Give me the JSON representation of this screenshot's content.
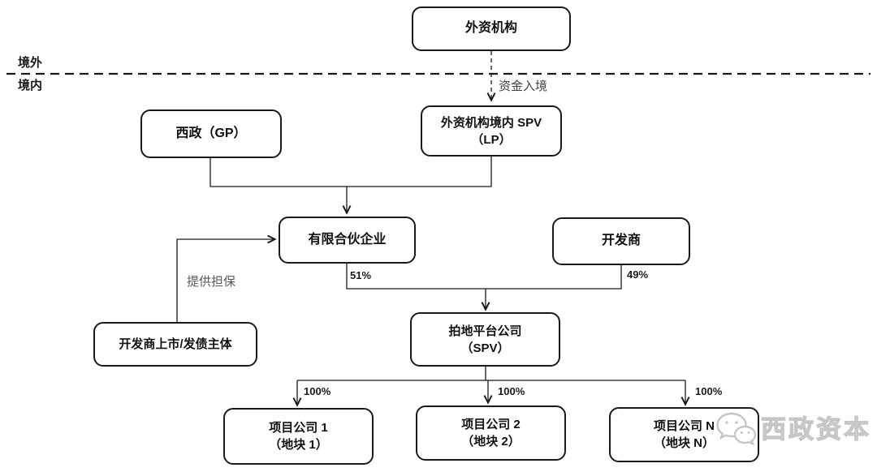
{
  "diagram": {
    "regions": {
      "offshore_label": "境外",
      "onshore_label": "境内"
    },
    "nodes": {
      "foreign_institution": "外资机构",
      "gp": "西政（GP）",
      "onshore_spv_line1": "外资机构境内 SPV",
      "onshore_spv_line2": "（LP）",
      "limited_partnership": "有限合伙企业",
      "developer": "开发商",
      "developer_listed_entity": "开发商上市/发债主体",
      "land_platform_line1": "拍地平台公司",
      "land_platform_line2": "（SPV）",
      "project_company_1_line1": "项目公司 1",
      "project_company_1_line2": "（地块 1）",
      "project_company_2_line1": "项目公司 2",
      "project_company_2_line2": "（地块 2）",
      "project_company_n_line1": "项目公司 N",
      "project_company_n_line2": "（地块 N）"
    },
    "edge_labels": {
      "capital_inbound": "资金入境",
      "partnership_stake": "51%",
      "developer_stake": "49%",
      "guarantee": "提供担保",
      "project_1_stake": "100%",
      "project_2_stake": "100%",
      "project_n_stake": "100%"
    },
    "watermark": "西政资本",
    "colors": {
      "line": "#1a1a1a",
      "box_border": "#1a1a1a",
      "label_gray": "#595959",
      "watermark_gray": "#c6c6c6"
    }
  }
}
